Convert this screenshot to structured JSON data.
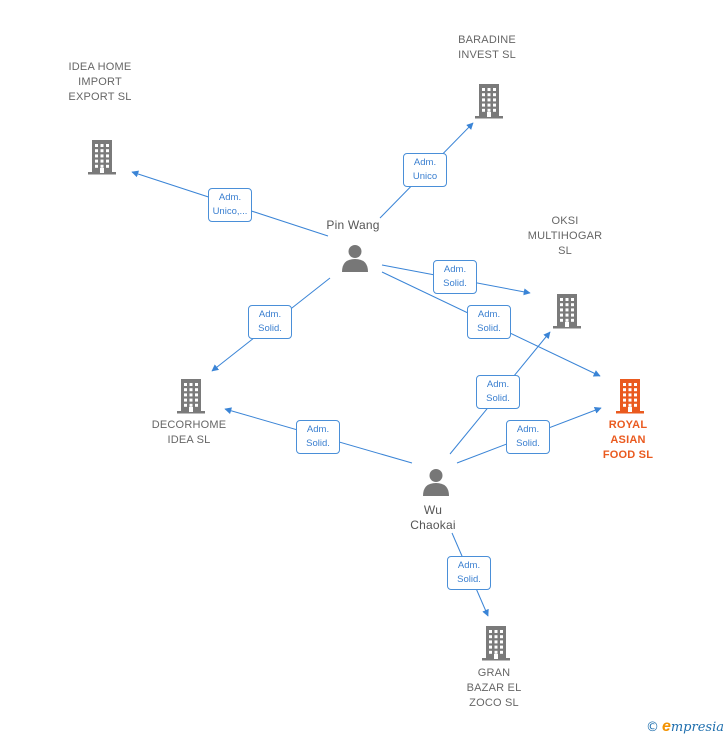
{
  "colors": {
    "edge": "#3a84d6",
    "building": "#7a7a7a",
    "highlight": "#ea5a1f",
    "text": "#666666"
  },
  "people": [
    {
      "id": "pin",
      "name": "Pin Wang"
    },
    {
      "id": "wu",
      "name": "Wu\nChaokai"
    }
  ],
  "companies": [
    {
      "id": "idea",
      "name": "IDEA HOME\nIMPORT\nEXPORT  SL",
      "icon": "building-icon",
      "highlight": false
    },
    {
      "id": "baradine",
      "name": "BARADINE\nINVEST  SL",
      "icon": "building-icon",
      "highlight": false
    },
    {
      "id": "oksi",
      "name": "OKSI\nMULTIHOGAR\nSL",
      "icon": "building-icon",
      "highlight": false
    },
    {
      "id": "decorhome",
      "name": "DECORHOME\nIDEA  SL",
      "icon": "building-icon",
      "highlight": false
    },
    {
      "id": "royal",
      "name": "ROYAL\nASIAN\nFOOD  SL",
      "icon": "building-icon",
      "highlight": true
    },
    {
      "id": "gran",
      "name": "GRAN\nBAZAR EL\nZOCO  SL",
      "icon": "building-icon",
      "highlight": false
    }
  ],
  "relations": [
    {
      "from": "pin",
      "to": "idea",
      "label": "Adm.\nUnico,..."
    },
    {
      "from": "pin",
      "to": "baradine",
      "label": "Adm.\nUnico"
    },
    {
      "from": "pin",
      "to": "oksi",
      "label": "Adm.\nSolid."
    },
    {
      "from": "pin",
      "to": "royal",
      "label": "Adm.\nSolid."
    },
    {
      "from": "pin",
      "to": "decorhome",
      "label": "Adm.\nSolid."
    },
    {
      "from": "wu",
      "to": "decorhome",
      "label": "Adm.\nSolid."
    },
    {
      "from": "wu",
      "to": "oksi",
      "label": "Adm.\nSolid."
    },
    {
      "from": "wu",
      "to": "royal",
      "label": "Adm.\nSolid."
    },
    {
      "from": "wu",
      "to": "gran",
      "label": "Adm.\nSolid."
    }
  ],
  "footer": {
    "copyright": "©",
    "brand_initial": "e",
    "brand_rest": "mpresia"
  }
}
